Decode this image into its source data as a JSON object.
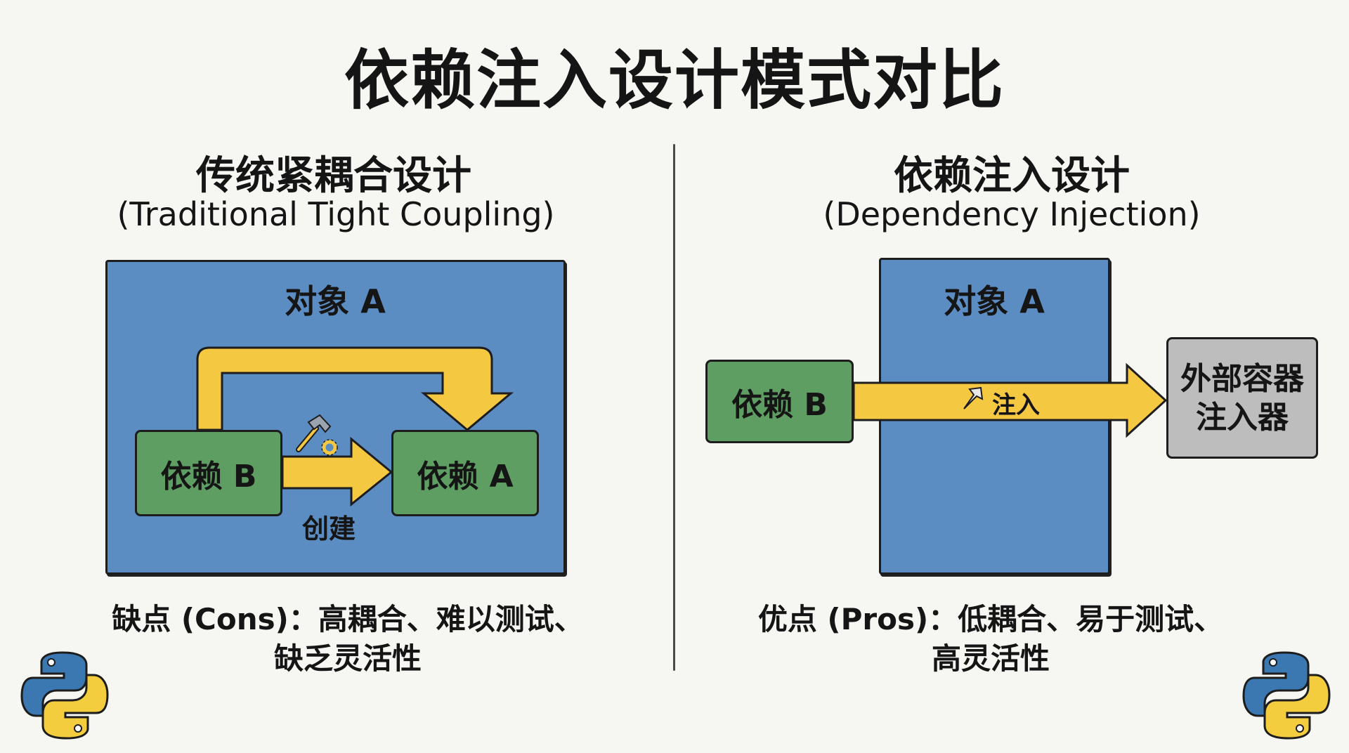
{
  "title": "依赖注入设计模式对比",
  "left": {
    "heading": "传统紧耦合设计",
    "subheading": "(Traditional Tight Coupling)",
    "object_label": "对象 A",
    "dep_b": "依赖 B",
    "dep_a": "依赖 A",
    "create_label": "创建",
    "cons_line1": "缺点 (Cons)：高耦合、难以测试、",
    "cons_line2": "缺乏灵活性"
  },
  "right": {
    "heading": "依赖注入设计",
    "subheading": "(Dependency Injection)",
    "object_label": "对象 A",
    "dep_b": "依赖 B",
    "inject_label": "注入",
    "container_line1": "外部容器",
    "container_line2": "注入器",
    "pros_line1": "优点 (Pros)：低耦合、易于测试、",
    "pros_line2": "高灵活性"
  },
  "colors": {
    "blue": "#5b8cc2",
    "green": "#5e9e62",
    "yellow": "#f5c842",
    "gray": "#bdbdbd"
  }
}
